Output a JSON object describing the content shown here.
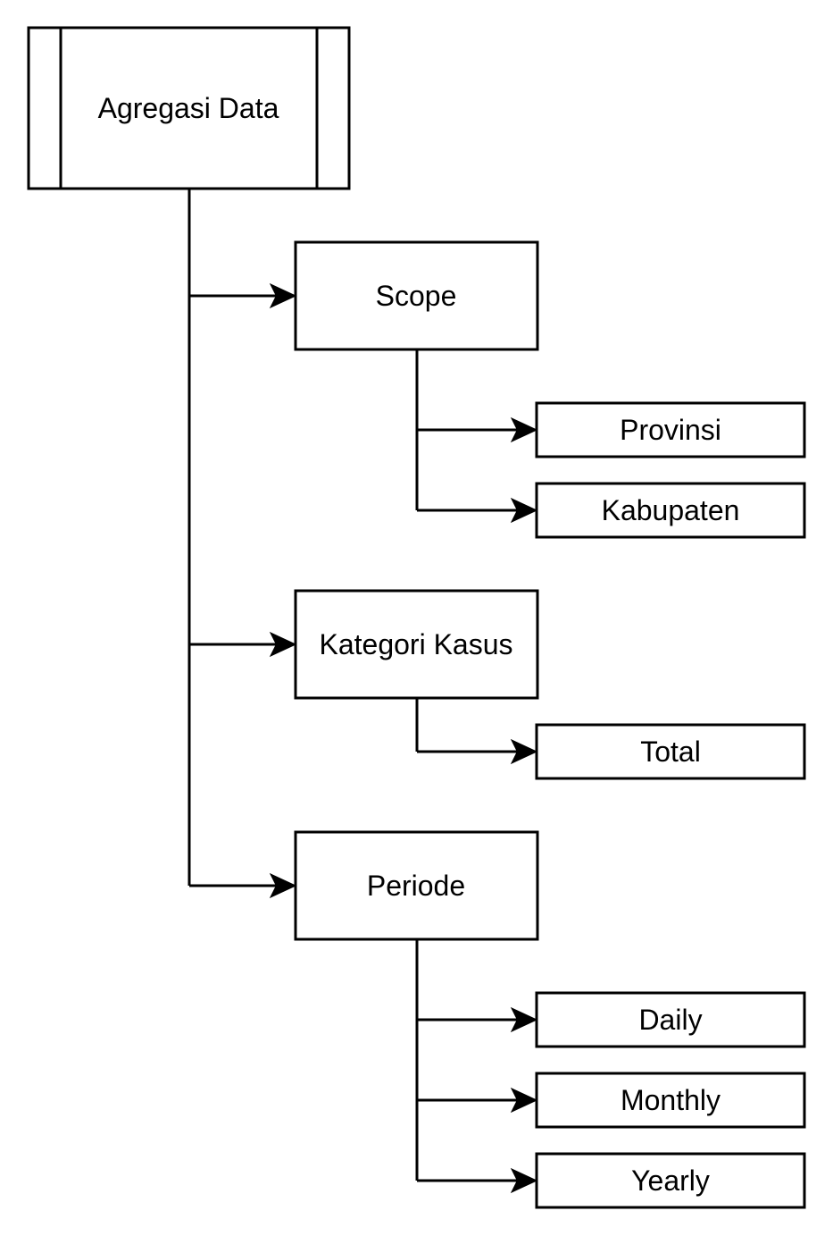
{
  "diagram": {
    "root": {
      "label": "Agregasi Data"
    },
    "categories": [
      {
        "label": "Scope",
        "children": [
          {
            "label": "Provinsi"
          },
          {
            "label": "Kabupaten"
          }
        ]
      },
      {
        "label": "Kategori Kasus",
        "children": [
          {
            "label": "Total"
          }
        ]
      },
      {
        "label": "Periode",
        "children": [
          {
            "label": "Daily"
          },
          {
            "label": "Monthly"
          },
          {
            "label": "Yearly"
          }
        ]
      }
    ]
  },
  "colors": {
    "stroke": "#000000",
    "fill": "#ffffff",
    "text": "#000000"
  }
}
